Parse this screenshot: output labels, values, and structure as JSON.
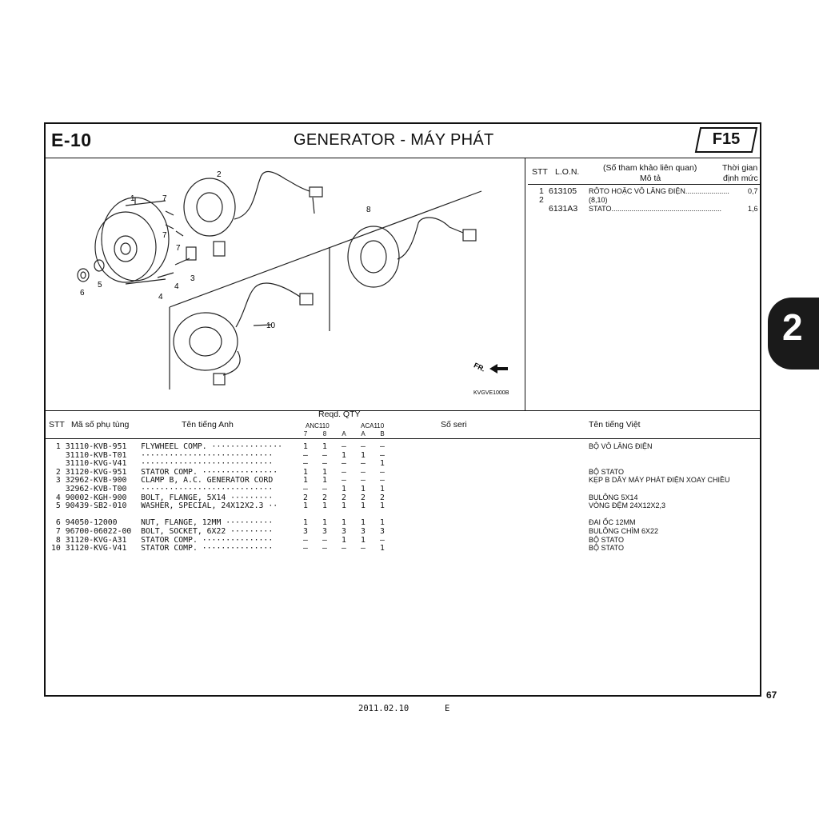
{
  "header": {
    "code": "E-10",
    "title": "GENERATOR - MÁY PHÁT",
    "badge": "F15"
  },
  "side_tab": "2",
  "page_number": "67",
  "footer": {
    "date": "2011.02.10",
    "letter": "E"
  },
  "diagram": {
    "callouts": [
      "1",
      "2",
      "3",
      "4",
      "4",
      "5",
      "6",
      "7",
      "7",
      "7",
      "8",
      "10"
    ],
    "fr_label": "FR.",
    "figure_code": "KVGVE1000B"
  },
  "ref_table": {
    "headers": {
      "stt": "STT",
      "lon": "L.O.N.",
      "ref_note": "(Số tham khảo liên quan)",
      "desc": "Mô tả",
      "time1": "Thời gian",
      "time2": "định mức"
    },
    "rows": [
      {
        "stt": "1",
        "lon": "613105",
        "desc": "RÔTO HOẶC VÔ LĂNG ĐIỆN......................",
        "time": "0,7"
      },
      {
        "stt": "2",
        "lon": "",
        "desc": "(8,10)",
        "time": ""
      },
      {
        "stt": "",
        "lon": "6131A3",
        "desc": "STATO.......................................................",
        "time": "1,6"
      }
    ]
  },
  "parts_table": {
    "headers": {
      "stt": "STT",
      "part_no": "Mã số phụ tùng",
      "name_en": "Tên tiếng Anh",
      "reqd": "Reqd.  QTY",
      "group1": "ANC110",
      "group2": "ACA110",
      "cols": [
        "7",
        "8",
        "A",
        "A",
        "B"
      ],
      "serial": "Số seri",
      "name_vn": "Tên tiếng Việt"
    },
    "rows": [
      {
        "line": " 1 31110-KVB-951   FLYWHEEL COMP. ···············",
        "q": [
          "1",
          "1",
          "–",
          "–",
          "–"
        ],
        "vn": "BỘ VÔ LĂNG ĐIỆN"
      },
      {
        "line": "   31110-KVB-T01   ····························",
        "q": [
          "–",
          "–",
          "1",
          "1",
          "–"
        ],
        "vn": ""
      },
      {
        "line": "   31110-KVG-V41   ····························",
        "q": [
          "–",
          "–",
          "–",
          "–",
          "1"
        ],
        "vn": ""
      },
      {
        "line": " 2 31120-KVG-951   STATOR COMP. ················",
        "q": [
          "1",
          "1",
          "–",
          "–",
          "–"
        ],
        "vn": "BỘ STATO"
      },
      {
        "line": " 3 32962-KVB-900   CLAMP B, A.C. GENERATOR CORD",
        "q": [
          "1",
          "1",
          "–",
          "–",
          "–"
        ],
        "vn": "KẸP B DÂY MÁY PHÁT ĐIỆN XOAY CHIỀU"
      },
      {
        "line": "   32962-KVB-T00   ····························",
        "q": [
          "–",
          "–",
          "1",
          "1",
          "1"
        ],
        "vn": ""
      },
      {
        "line": " 4 90002-KGH-900   BOLT, FLANGE, 5X14 ·········",
        "q": [
          "2",
          "2",
          "2",
          "2",
          "2"
        ],
        "vn": "BULÔNG 5X14"
      },
      {
        "line": " 5 90439-SB2-010   WASHER, SPECIAL, 24X12X2.3 ··",
        "q": [
          "1",
          "1",
          "1",
          "1",
          "1"
        ],
        "vn": "VÒNG ĐỆM 24X12X2,3"
      },
      {
        "line": "",
        "q": [
          "",
          "",
          "",
          "",
          ""
        ],
        "vn": ""
      },
      {
        "line": " 6 94050-12000     NUT, FLANGE, 12MM ··········",
        "q": [
          "1",
          "1",
          "1",
          "1",
          "1"
        ],
        "vn": "ĐAI ỐC 12MM"
      },
      {
        "line": " 7 96700-06022-00  BOLT, SOCKET, 6X22 ·········",
        "q": [
          "3",
          "3",
          "3",
          "3",
          "3"
        ],
        "vn": "BULÔNG CHÌM 6X22"
      },
      {
        "line": " 8 31120-KVG-A31   STATOR COMP. ···············",
        "q": [
          "–",
          "–",
          "1",
          "1",
          "–"
        ],
        "vn": "BỘ STATO"
      },
      {
        "line": "10 31120-KVG-V41   STATOR COMP. ···············",
        "q": [
          "–",
          "–",
          "–",
          "–",
          "1"
        ],
        "vn": "BỘ STATO"
      }
    ]
  }
}
